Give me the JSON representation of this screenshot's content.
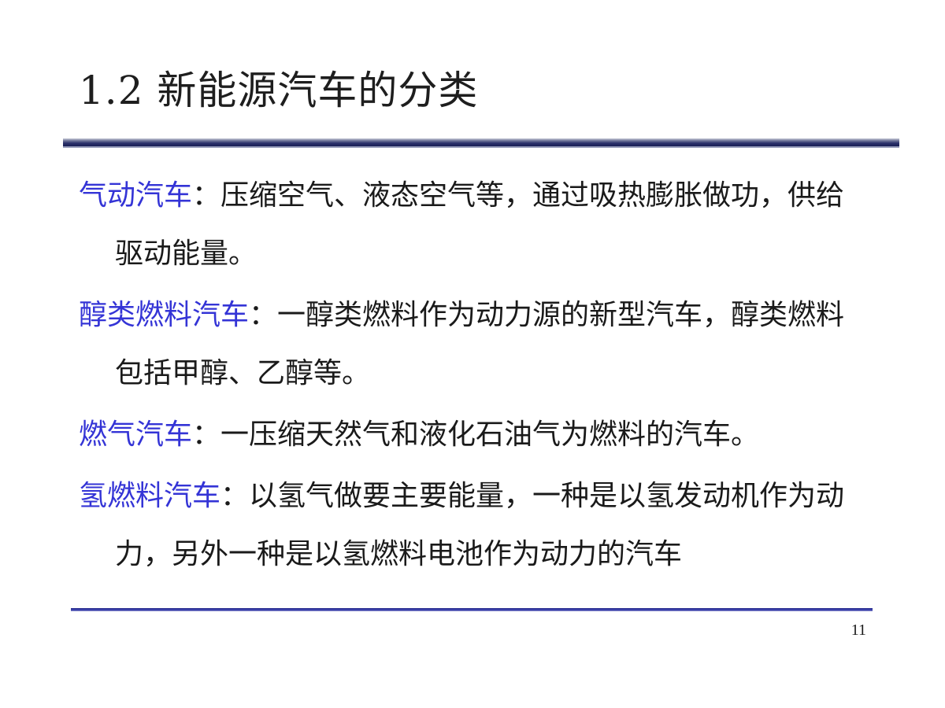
{
  "slide": {
    "title": "1.2 新能源汽车的分类",
    "page_number": "11",
    "colors": {
      "term": "#3434d6",
      "text": "#1a1a1a",
      "rule": "#2b316b"
    },
    "items": [
      {
        "term": "气动汽车",
        "colon": "：",
        "desc": "压缩空气、液态空气等，通过吸热膨胀做功，供给驱动能量。"
      },
      {
        "term": "醇类燃料汽车",
        "colon": "：",
        "desc": "一醇类燃料作为动力源的新型汽车，醇类燃料包括甲醇、乙醇等。"
      },
      {
        "term": "燃气汽车",
        "colon": "：",
        "desc": "一压缩天然气和液化石油气为燃料的汽车。"
      },
      {
        "term": "氢燃料汽车",
        "colon": "：",
        "desc": "以氢气做要主要能量，一种是以氢发动机作为动力，另外一种是以氢燃料电池作为动力的汽车"
      }
    ]
  }
}
